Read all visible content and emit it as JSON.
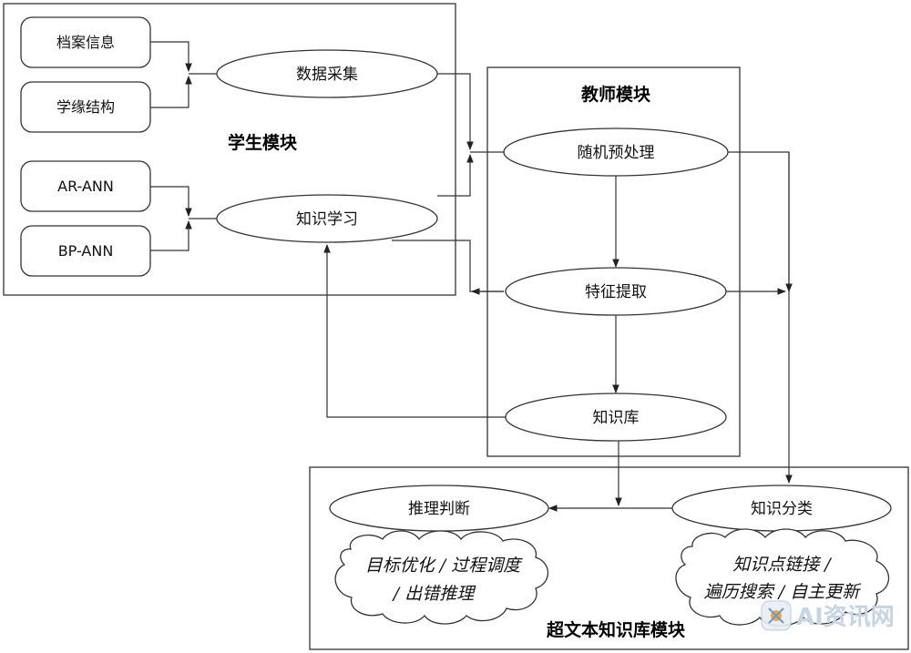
{
  "modules": {
    "student": "学生模块",
    "teacher": "教师模块",
    "hypertext": "超文本知识库模块"
  },
  "boxes": {
    "archive_info": "档案信息",
    "academic_structure": "学缘结构",
    "ar_ann": "AR-ANN",
    "bp_ann": "BP-ANN"
  },
  "ellipses": {
    "data_collection": "数据采集",
    "knowledge_learning": "知识学习",
    "random_preprocess": "随机预处理",
    "feature_extraction": "特征提取",
    "knowledge_base": "知识库",
    "inference_judgment": "推理判断",
    "knowledge_classification": "知识分类"
  },
  "clouds": {
    "left": {
      "line1": "目标优化 / 过程调度",
      "line2": "/  出错推理"
    },
    "right": {
      "line1": "知识点链接 /",
      "line2": "遍历搜索 / 自主更新"
    }
  },
  "watermark": "AI资讯网"
}
